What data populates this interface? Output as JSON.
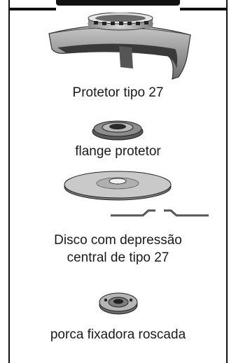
{
  "items": [
    {
      "label": "Protetor tipo 27"
    },
    {
      "label": "flange protetor"
    },
    {
      "label_line1": "Disco com depressão",
      "label_line2": "central de tipo 27"
    },
    {
      "label": "porca fixadora roscada"
    }
  ]
}
